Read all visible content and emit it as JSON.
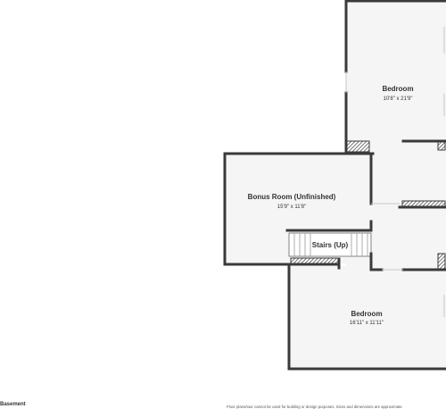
{
  "floor_label": "Basement",
  "disclaimer": "Floor plans/tour cannot be used for building or design purposes. Sizes and dimensions are approximate",
  "rooms": {
    "bedroom_upper": {
      "name": "Bedroom",
      "dims": "10'8\" x 21'9\""
    },
    "bonus_room": {
      "name": "Bonus Room (Unfinished)",
      "dims": "15'9\" x 11'8\""
    },
    "stairs": {
      "name": "Stairs (Up)"
    },
    "bedroom_lower": {
      "name": "Bedroom",
      "dims": "16'11\" x 11'11\""
    }
  },
  "colors": {
    "wall": "#3a3a3a",
    "floor": "#f5f5f5",
    "hatch": "#3a3a3a"
  }
}
